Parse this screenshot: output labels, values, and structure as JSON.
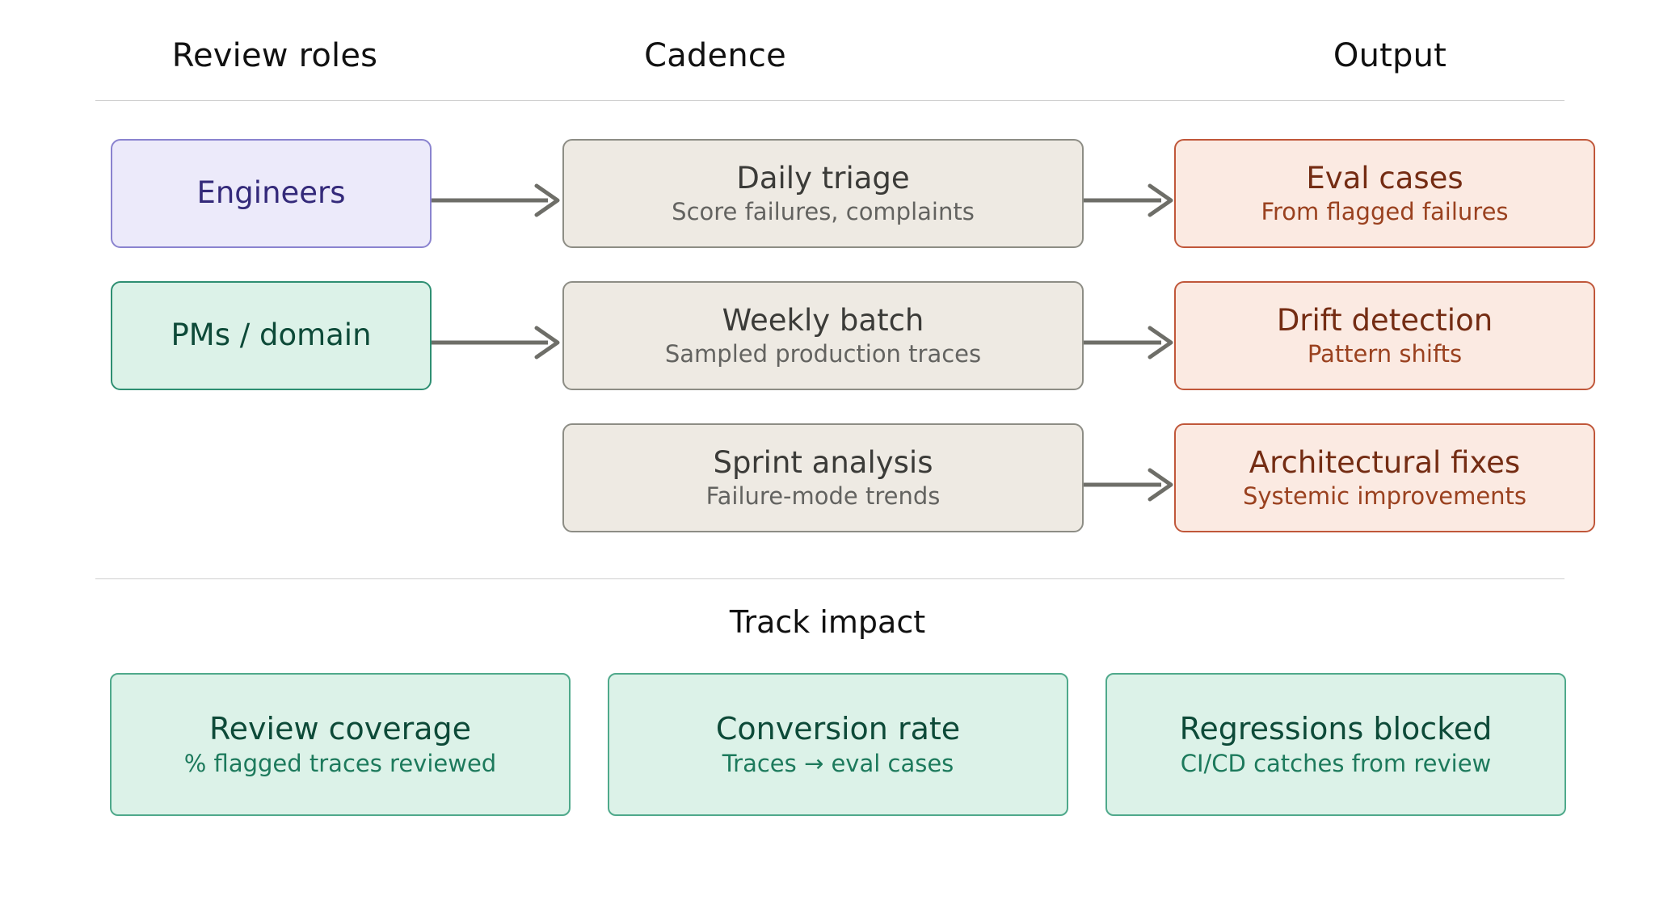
{
  "columns": {
    "roles": "Review roles",
    "cadence": "Cadence",
    "output": "Output"
  },
  "roles": [
    {
      "label": "Engineers"
    },
    {
      "label": "PMs / domain"
    }
  ],
  "cadence": [
    {
      "title": "Daily triage",
      "subtitle": "Score failures, complaints"
    },
    {
      "title": "Weekly batch",
      "subtitle": "Sampled production traces"
    },
    {
      "title": "Sprint analysis",
      "subtitle": "Failure-mode trends"
    }
  ],
  "outputs": [
    {
      "title": "Eval cases",
      "subtitle": "From flagged failures"
    },
    {
      "title": "Drift detection",
      "subtitle": "Pattern shifts"
    },
    {
      "title": "Architectural fixes",
      "subtitle": "Systemic improvements"
    }
  ],
  "impact": {
    "title": "Track impact",
    "metrics": [
      {
        "title": "Review coverage",
        "subtitle": "% flagged traces reviewed"
      },
      {
        "title": "Conversion rate",
        "subtitle": "Traces → eval cases"
      },
      {
        "title": "Regressions blocked",
        "subtitle": "CI/CD catches from review"
      }
    ]
  },
  "colors": {
    "role_engineers_fill": "#eceafa",
    "role_engineers_border": "#8a83cf",
    "role_engineers_text": "#342a7a",
    "role_pms_fill": "#dcf2e8",
    "role_pms_border": "#2e8f72",
    "role_pms_text": "#0d4a38",
    "cadence_fill": "#eeeae3",
    "cadence_border": "#8d8d85",
    "cadence_title": "#3b3b38",
    "cadence_subtitle": "#636360",
    "output_fill": "#fbeae2",
    "output_border": "#c0573a",
    "output_title": "#742c13",
    "output_subtitle": "#9a411f",
    "metric_fill": "#dcf2e8",
    "metric_border": "#4fa98b",
    "metric_title": "#0d4a38",
    "metric_subtitle": "#1d7a5c",
    "arrow": "#6e6e68",
    "divider": "#cfcfcf",
    "header_text": "#111111",
    "background": "#ffffff"
  }
}
